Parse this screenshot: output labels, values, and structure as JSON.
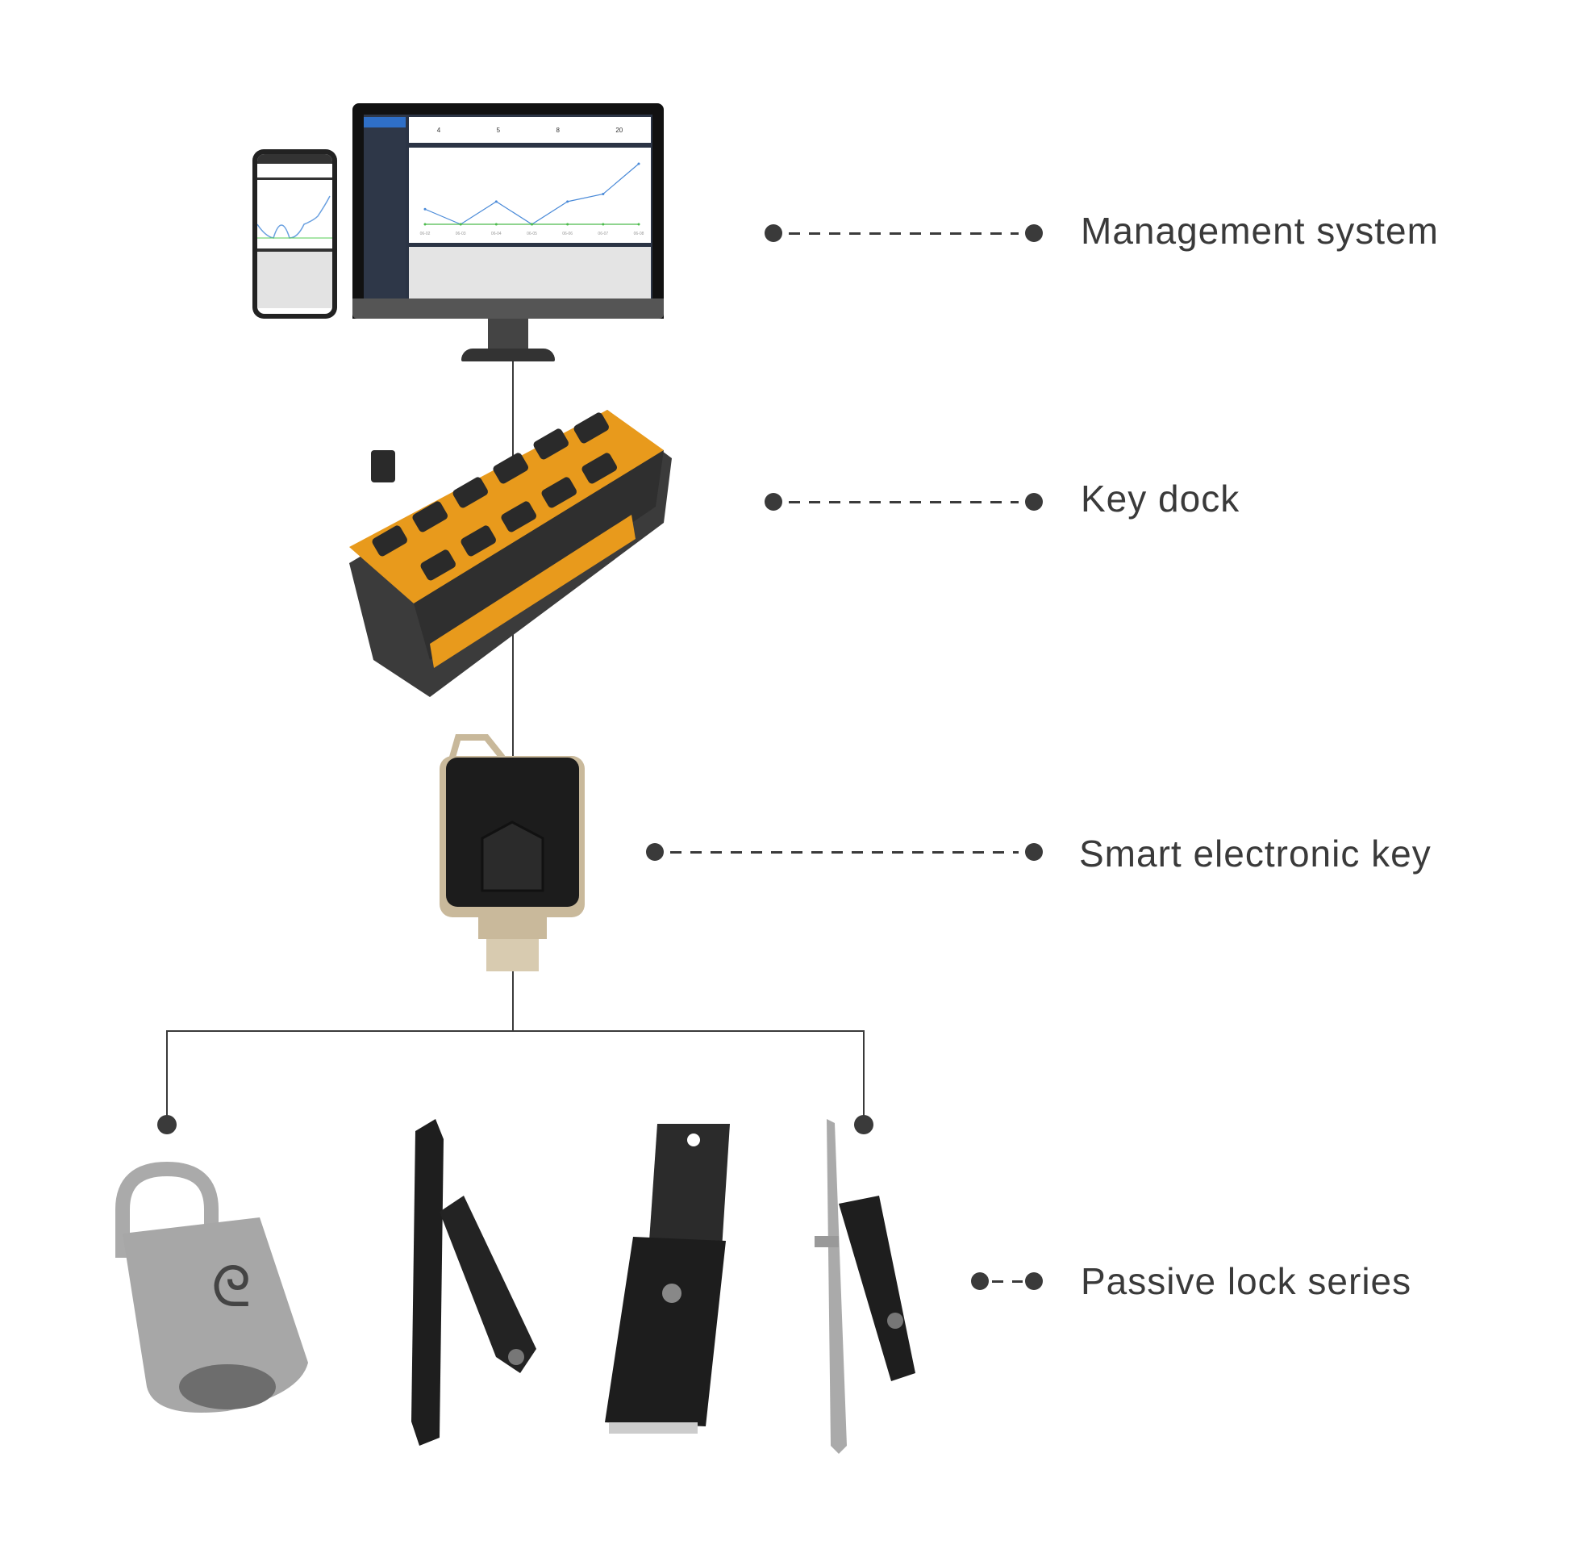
{
  "labels": {
    "management": "Management system",
    "key_dock": "Key dock",
    "smart_key": "Smart electronic key",
    "passive_locks": "Passive lock series"
  },
  "dashboard": {
    "stats": [
      "4",
      "5",
      "8",
      "20"
    ],
    "chart_data": {
      "type": "line",
      "x": [
        "06-02",
        "06-03",
        "06-04",
        "06-05",
        "06-06",
        "06-07",
        "06-08"
      ],
      "series": [
        {
          "name": "blue",
          "values": [
            2,
            0,
            3,
            0,
            3,
            4,
            8
          ]
        },
        {
          "name": "green",
          "values": [
            0,
            0,
            0,
            0,
            0,
            0,
            0
          ]
        }
      ],
      "ylim": [
        0,
        8
      ]
    }
  },
  "colors": {
    "line": "#3a3a3a",
    "dock_orange": "#e89a1c",
    "screen_blue": "#3d7fd6"
  }
}
